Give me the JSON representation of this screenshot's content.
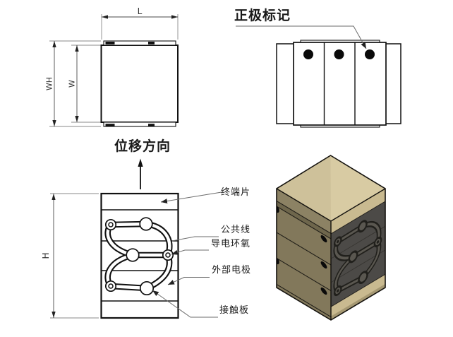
{
  "labels": {
    "length": "L",
    "outer_height": "WH",
    "width": "W",
    "height": "H",
    "displacement_direction": "位移方向",
    "positive_mark": "正极标记",
    "terminal_plate": "终端片",
    "common_line": "公共线",
    "conductive_epoxy": "导电环氧",
    "external_electrode": "外部电极",
    "contact_plate": "接触板"
  },
  "colors": {
    "line": "#1a1a1a",
    "thin_line": "#6b6b6b",
    "top_face_tan": "#d8cba3",
    "top_face_tan_shadow": "#cec19a",
    "left_face_olive": "#82785b",
    "left_face_light": "#8c8264",
    "left_face_dark": "#6e664c",
    "right_face_gray": "#4c4a47",
    "right_face_tan": "#c9ba90",
    "right_face_tan_dark": "#a59872",
    "trace_dark": "#21201c",
    "trace_mid": "#5a5750",
    "dot_black": "#0a0a0a"
  }
}
